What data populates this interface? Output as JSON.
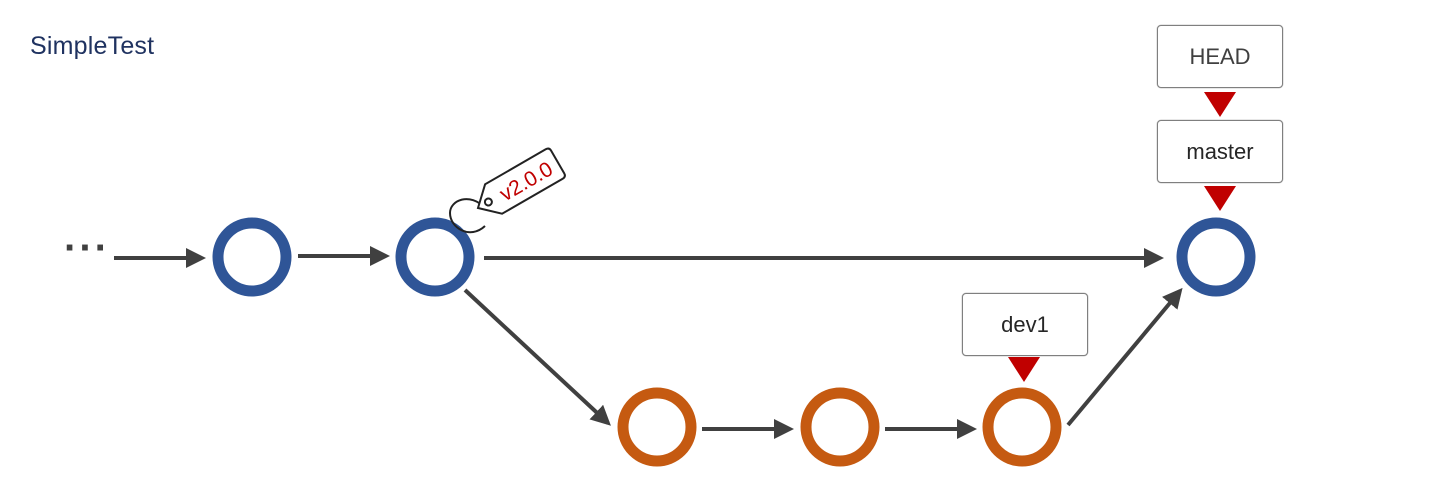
{
  "title": "SimpleTest",
  "ellipsis": "···",
  "labels": {
    "head": "HEAD",
    "master": "master",
    "dev1": "dev1"
  },
  "tag": {
    "text": "v2.0.0",
    "color": "#c00000"
  },
  "colors": {
    "main_commit": "#2f5597",
    "branch_commit": "#c55a11",
    "arrow": "#404040",
    "pointer": "#c00000",
    "title": "#1f3260"
  }
}
